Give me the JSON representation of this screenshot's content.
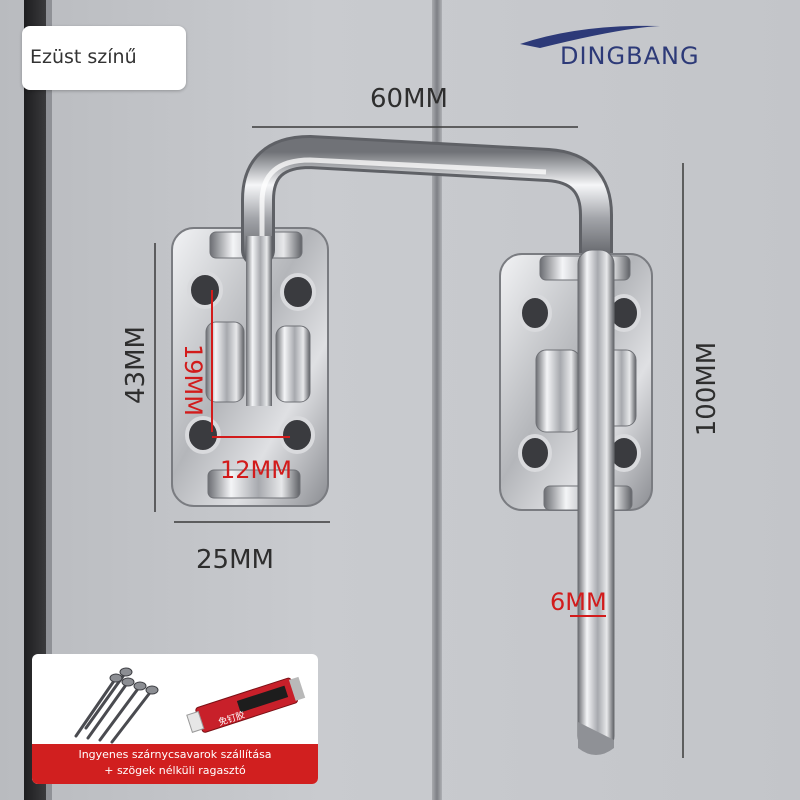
{
  "variant_tag": {
    "label": "Ezüst színű"
  },
  "brand": {
    "name": "DINGBANG"
  },
  "dimensions": {
    "total_width": "60MM",
    "plate_height": "43MM",
    "plate_width": "25MM",
    "hole_spacing_vertical": "19MM",
    "hole_spacing_horizontal": "12MM",
    "bolt_length": "100MM",
    "bolt_diameter": "6MM"
  },
  "promo": {
    "line1": "Ingyenes szárnycsavarok szállítása",
    "line2": "+ szögek nélküli ragasztó",
    "tube_label": "免钉胶"
  },
  "colors": {
    "dimension_text": "#2e2e2e",
    "highlight_red": "#d21b1b",
    "brand_blue": "#2d3a78",
    "promo_band": "#d11f1f"
  },
  "icons": [
    "screws-icon",
    "glue-tube-icon",
    "door-latch-illustration"
  ]
}
